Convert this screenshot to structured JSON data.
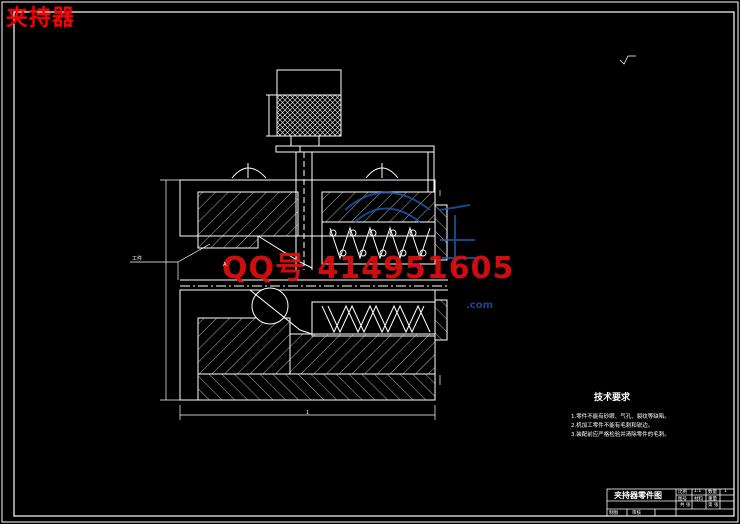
{
  "overlay_title": "夹持器",
  "watermark": "QQ号 414951605",
  "watermark_url": ".com",
  "technical_requirements": {
    "title": "技术要求",
    "notes": [
      "1.零件不能有砂眼、气孔、裂纹等缺陷。",
      "2.机加工零件不能有毛刺和锐边。",
      "3.装配前应严格检验并清除零件的毛刺。"
    ]
  },
  "title_block": {
    "drawing_name": "夹持器零件图",
    "cells": [
      "比例",
      "1:1",
      "数量",
      "1",
      "图号",
      "材料",
      "重量",
      "共 张",
      "第 张"
    ],
    "bottom_left": "制图",
    "bottom_mid": "审核"
  },
  "part_labels": [
    "工件",
    "A",
    "1"
  ],
  "colors": {
    "background": "#000000",
    "lines": "#ffffff",
    "red": "#ff0000",
    "watermark_blue": "#1d5fb8"
  }
}
